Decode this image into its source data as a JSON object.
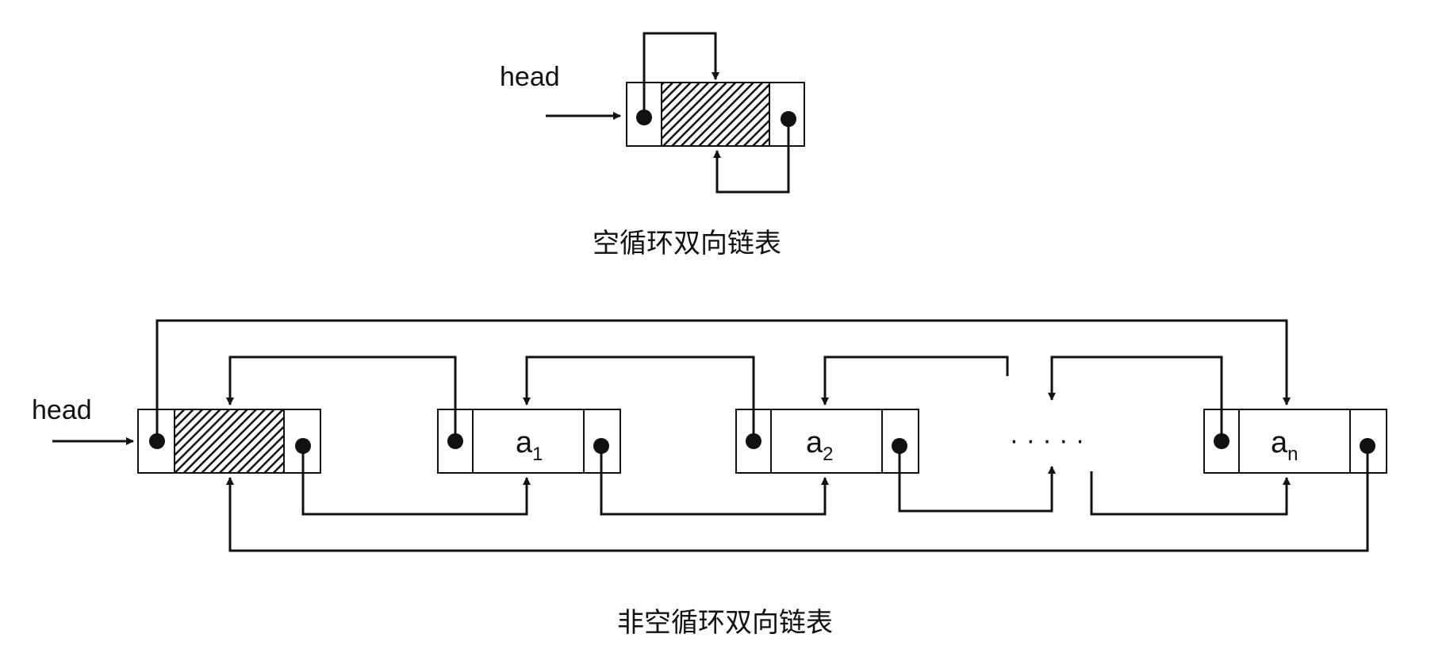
{
  "top_diagram": {
    "head_label": "head",
    "caption": "空循环双向链表"
  },
  "bottom_diagram": {
    "head_label": "head",
    "nodes": [
      {
        "name": "a",
        "sub": "1"
      },
      {
        "name": "a",
        "sub": "2"
      },
      {
        "name": "a",
        "sub": "n"
      }
    ],
    "ellipsis": "· · · · ·",
    "caption": "非空循环双向链表"
  },
  "colors": {
    "stroke": "#111111",
    "hatch": "#111111",
    "background": "#ffffff"
  }
}
